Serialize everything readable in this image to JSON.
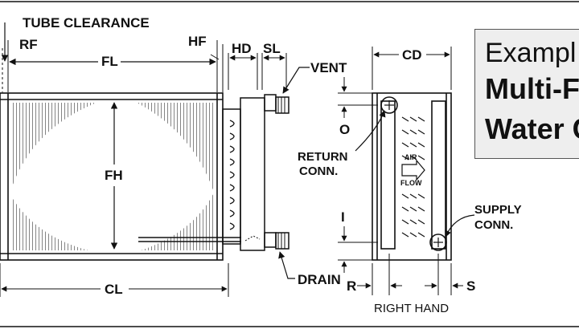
{
  "labels": {
    "tube_clearance": "TUBE CLEARANCE",
    "rf": "RF",
    "fl": "FL",
    "hf": "HF",
    "hd": "HD",
    "sl": "SL",
    "vent": "VENT",
    "cd": "CD",
    "fh": "FH",
    "o": "O",
    "return_conn_1": "RETURN",
    "return_conn_2": "CONN.",
    "air": "AIR",
    "flow": "FLOW",
    "i": "I",
    "supply_conn_1": "SUPPLY",
    "supply_conn_2": "CONN.",
    "drain": "DRAIN",
    "cl": "CL",
    "r": "R",
    "s": "S",
    "right_hand": "RIGHT HAND"
  },
  "callout": {
    "line1": "Exampl",
    "line2": "Multi-F",
    "line3": "Water C"
  }
}
